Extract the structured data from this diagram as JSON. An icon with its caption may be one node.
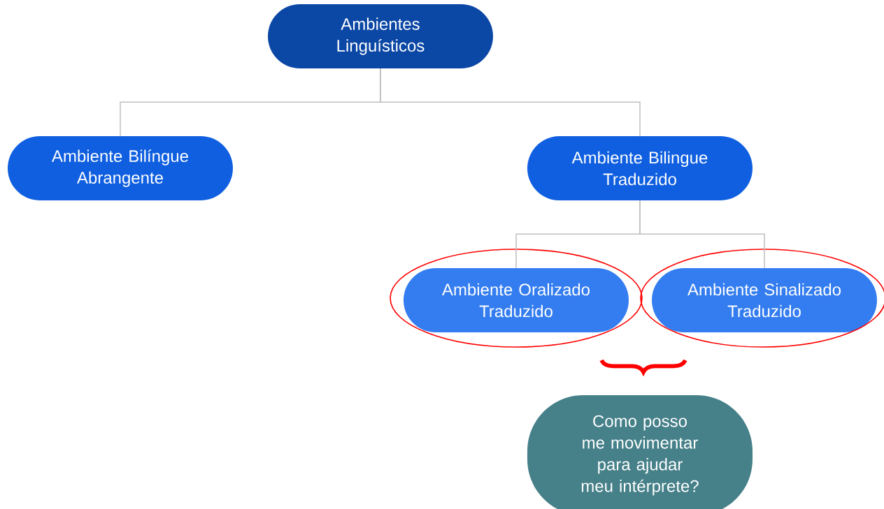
{
  "diagram": {
    "nodes": [
      {
        "text": [
          "Ambientes Linguísticos"
        ]
      },
      {
        "text": [
          "Ambiente Bilíngue Abrangente"
        ]
      },
      {
        "text": [
          "Ambiente Bilingue Traduzido"
        ]
      },
      {
        "text": [
          "Ambiente Oralizado Traduzido"
        ]
      },
      {
        "text": [
          "Ambiente Sinalizado Traduzido"
        ]
      },
      {
        "text": [
          "Como posso me movimentar para ajudar meu intérprete?"
        ]
      }
    ],
    "edges": [
      {
        "from": 0,
        "to": 1,
        "arrow": "none"
      },
      {
        "from": 0,
        "to": 2,
        "arrow": "none"
      },
      {
        "from": 2,
        "to": 3,
        "arrow": "none"
      },
      {
        "from": 2,
        "to": 4,
        "arrow": "none"
      }
    ]
  }
}
